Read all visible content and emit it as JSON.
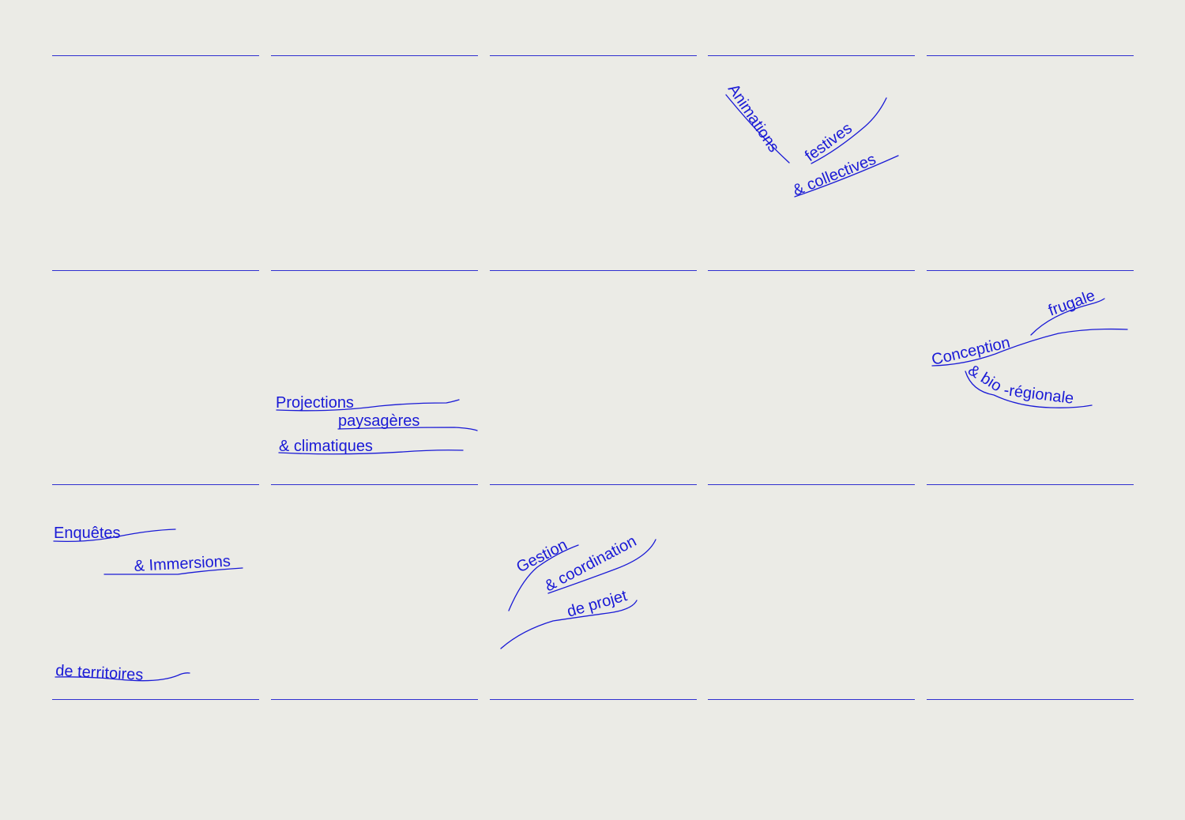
{
  "colors": {
    "background": "#ebebe6",
    "rule": "#2f2fd0",
    "ink": "#1a1ad6"
  },
  "grid": {
    "columns": 5,
    "row_dividers": 4
  },
  "cells": {
    "animations": {
      "line1": "Animations",
      "line2": "festives",
      "line3": "& collectives"
    },
    "conception": {
      "line1": "Conception",
      "line2": "frugale",
      "line3": "& bio-régionale"
    },
    "projections": {
      "line1": "Projections",
      "line2": "paysagères",
      "line3": "& climatiques"
    },
    "enquetes": {
      "line1": "Enquêtes",
      "line2": "& Immersions",
      "line3": "de territoires"
    },
    "gestion": {
      "line1": "Gestion",
      "line2": "& coordination",
      "line3": "de projet"
    }
  }
}
